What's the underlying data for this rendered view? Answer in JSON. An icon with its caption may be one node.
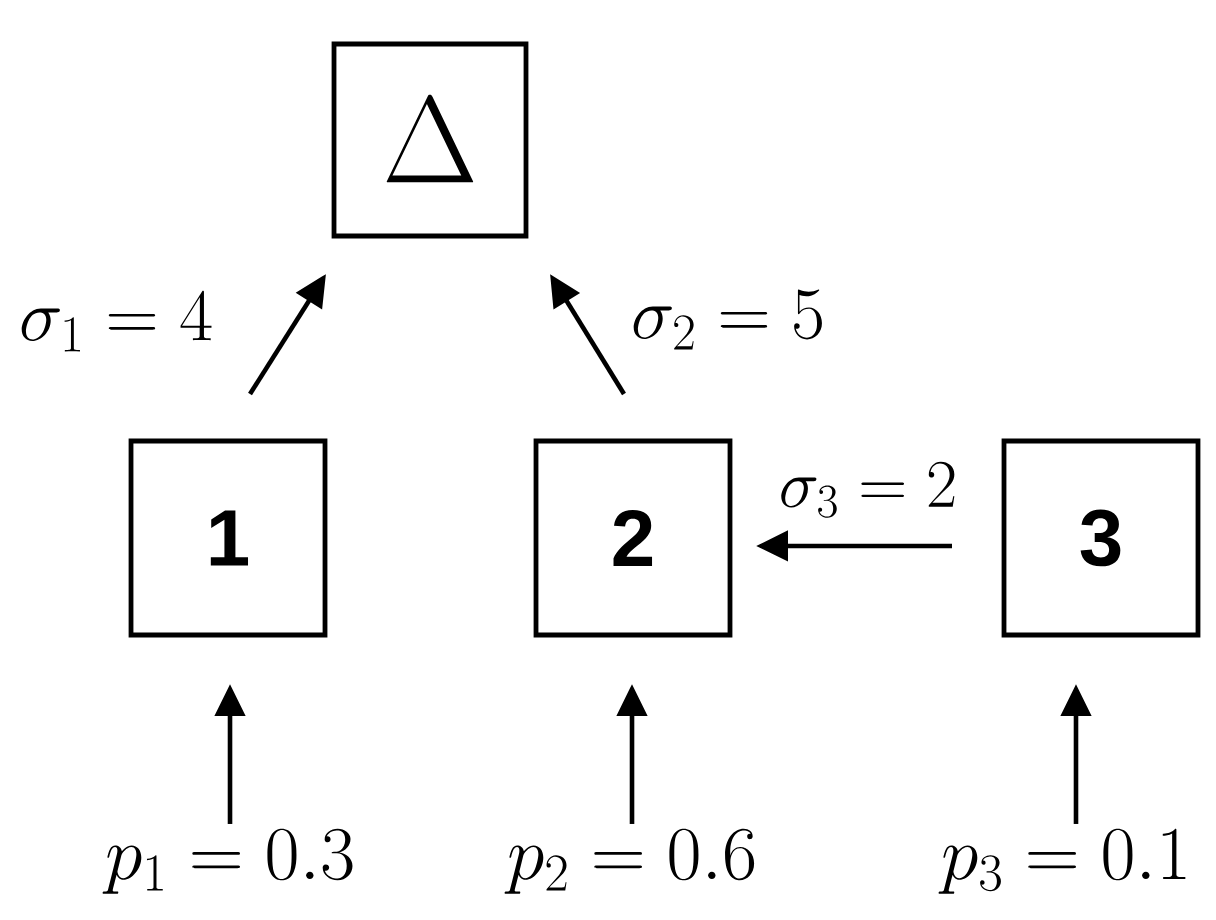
{
  "diagram": {
    "nodes": [
      {
        "text": [
          "\\Delta"
        ]
      },
      {
        "text": [
          "1"
        ]
      },
      {
        "text": [
          "2"
        ]
      },
      {
        "text": [
          "3"
        ]
      },
      {
        "text": [
          "p_1 = 0.3"
        ]
      },
      {
        "text": [
          "p_2 = 0.6"
        ]
      },
      {
        "text": [
          "p_3 = 0.1"
        ]
      }
    ],
    "edges": [
      {
        "from": 1,
        "to": 0,
        "arrow": "to",
        "label": "\\sigma_1 = 4"
      },
      {
        "from": 2,
        "to": 0,
        "arrow": "to",
        "label": "\\sigma_2 = 5"
      },
      {
        "from": 3,
        "to": 2,
        "arrow": "to",
        "label": "\\sigma_3 = 2"
      },
      {
        "from": 4,
        "to": 1,
        "arrow": "to"
      },
      {
        "from": 5,
        "to": 2,
        "arrow": "to"
      },
      {
        "from": 6,
        "to": 3,
        "arrow": "to"
      }
    ]
  }
}
